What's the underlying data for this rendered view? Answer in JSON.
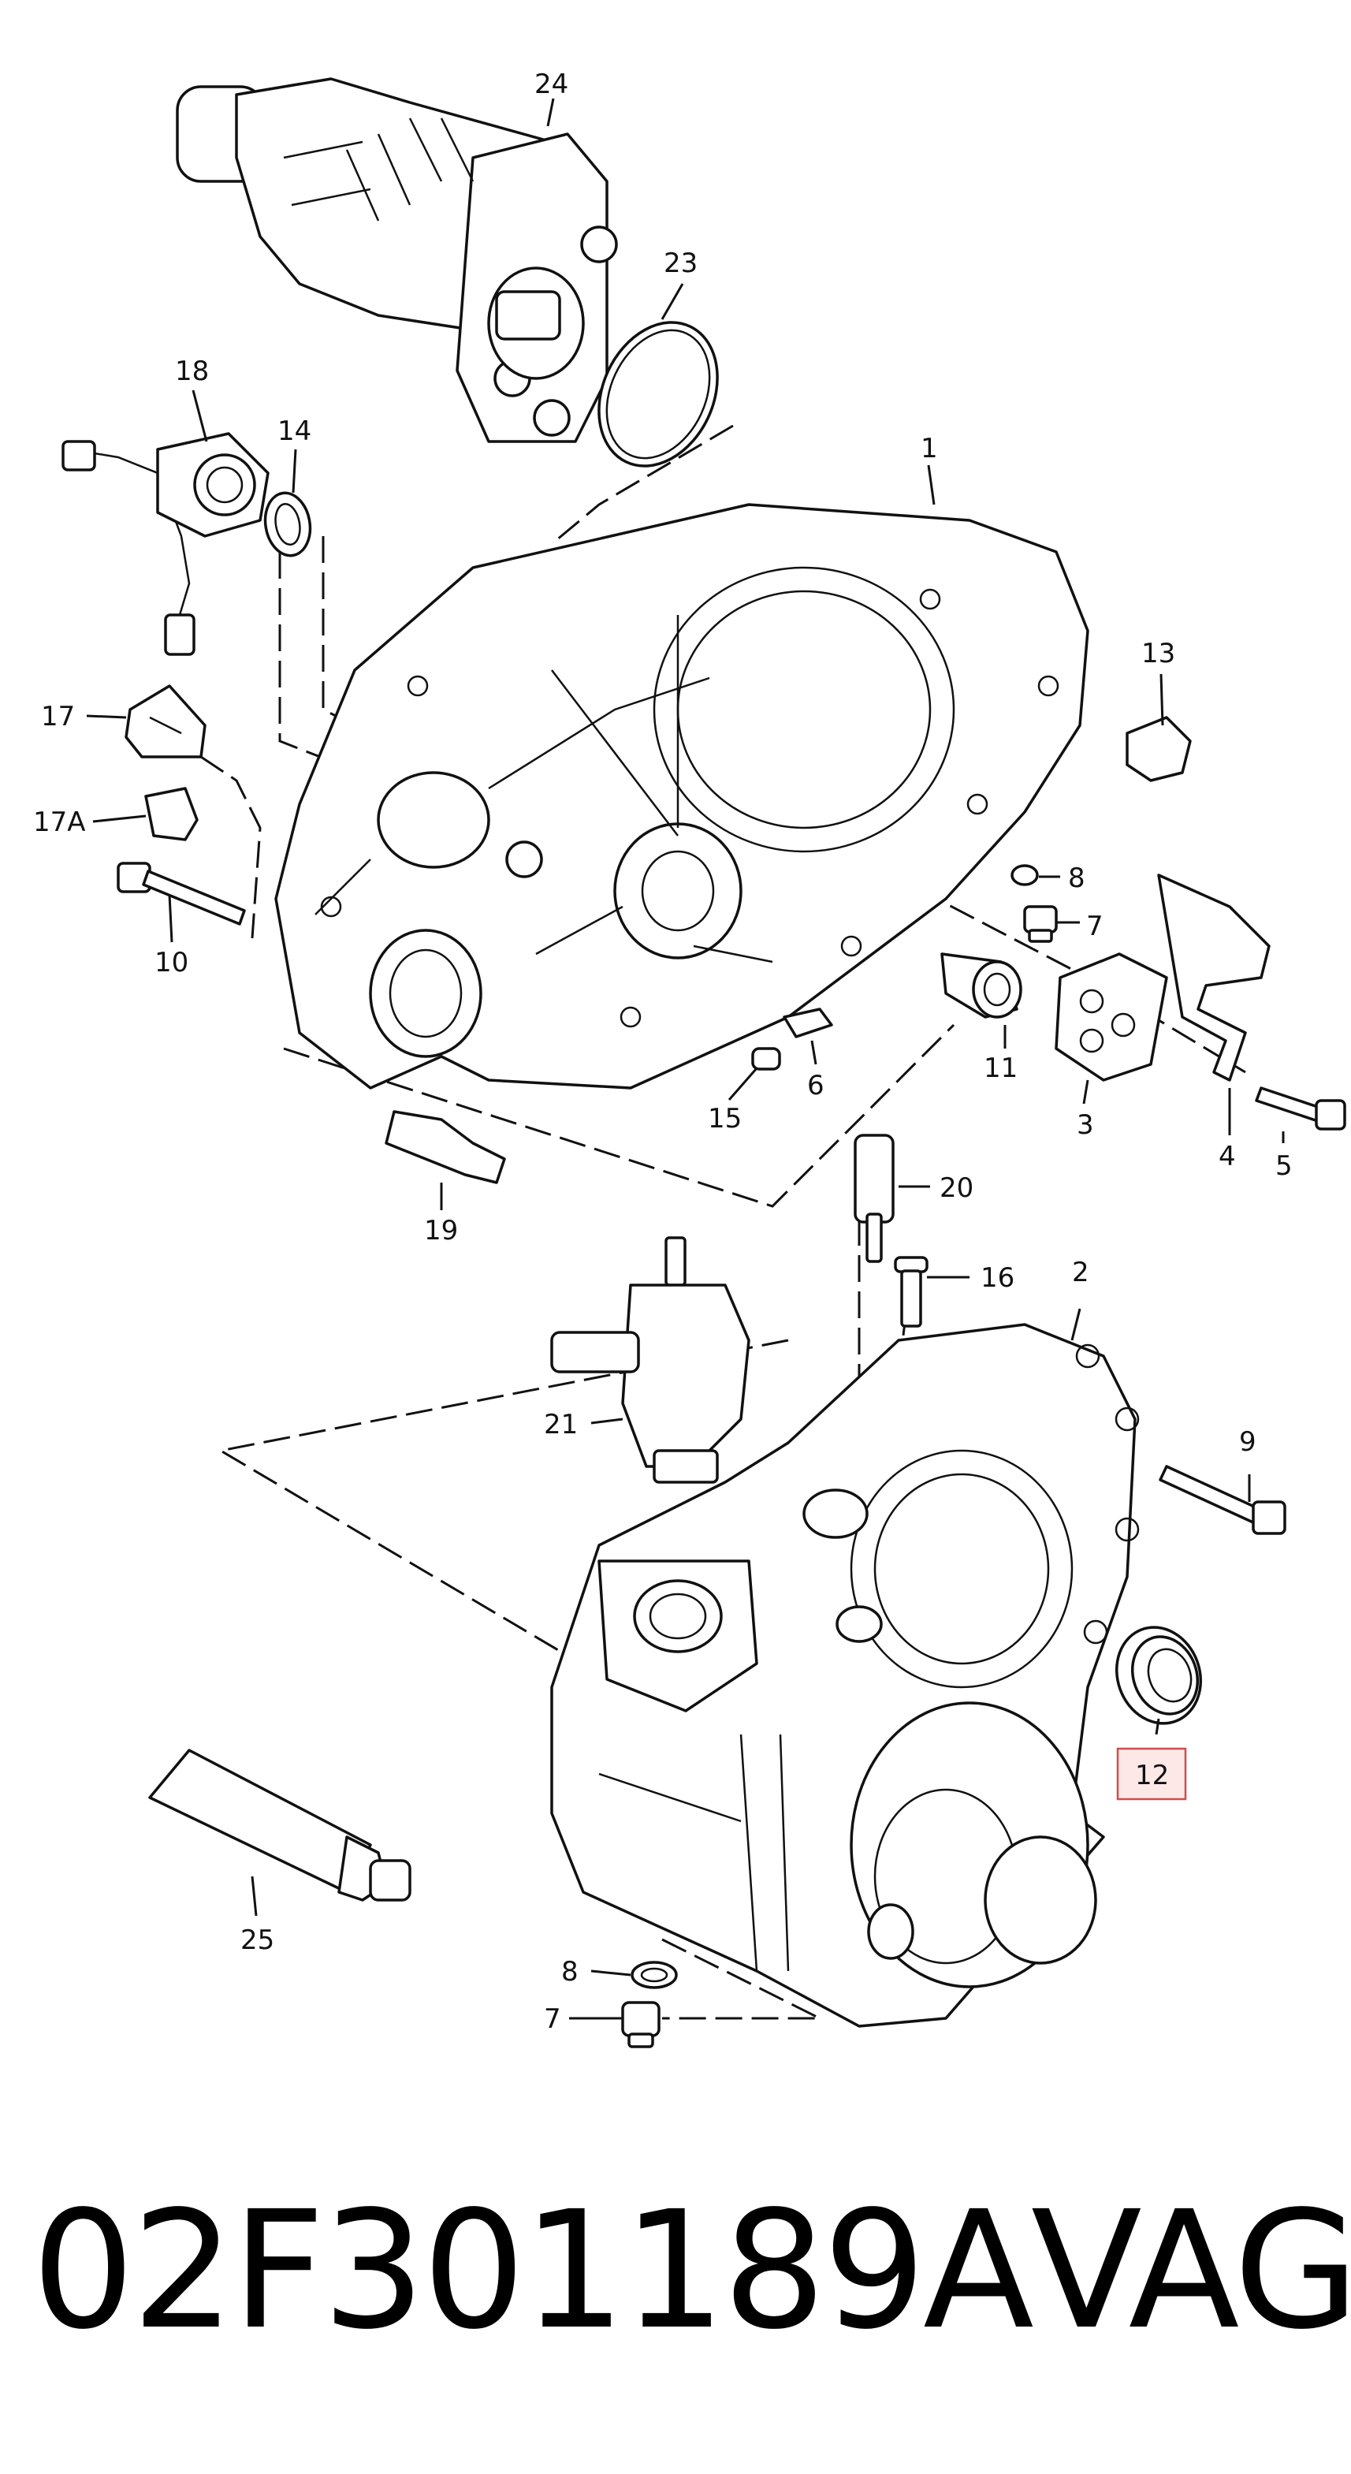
{
  "callouts": {
    "c1": "1",
    "c2": "2",
    "c3": "3",
    "c4": "4",
    "c5": "5",
    "c6": "6",
    "c7a": "7",
    "c7b": "7",
    "c8a": "8",
    "c8b": "8",
    "c9": "9",
    "c10": "10",
    "c11": "11",
    "c12": "12",
    "c13": "13",
    "c14": "14",
    "c15": "15",
    "c16": "16",
    "c17": "17",
    "c17a": "17A",
    "c18": "18",
    "c19": "19",
    "c20": "20",
    "c21": "21",
    "c23": "23",
    "c24": "24",
    "c25": "25"
  },
  "footer": {
    "part_number": "02F301189A",
    "brand": "VAG"
  },
  "highlight_color": "#d14c4c"
}
